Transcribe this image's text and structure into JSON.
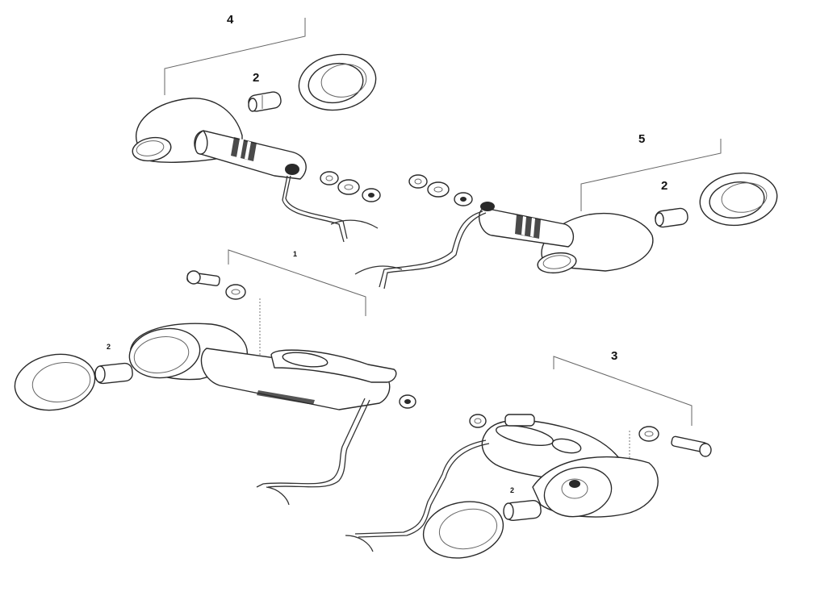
{
  "callouts": {
    "assembly_4": "4",
    "bulb_top_left": "2",
    "assembly_5": "5",
    "bulb_top_right": "2",
    "assembly_1": "1",
    "bulb_left": "2",
    "assembly_3": "3",
    "bulb_bottom": "2"
  }
}
